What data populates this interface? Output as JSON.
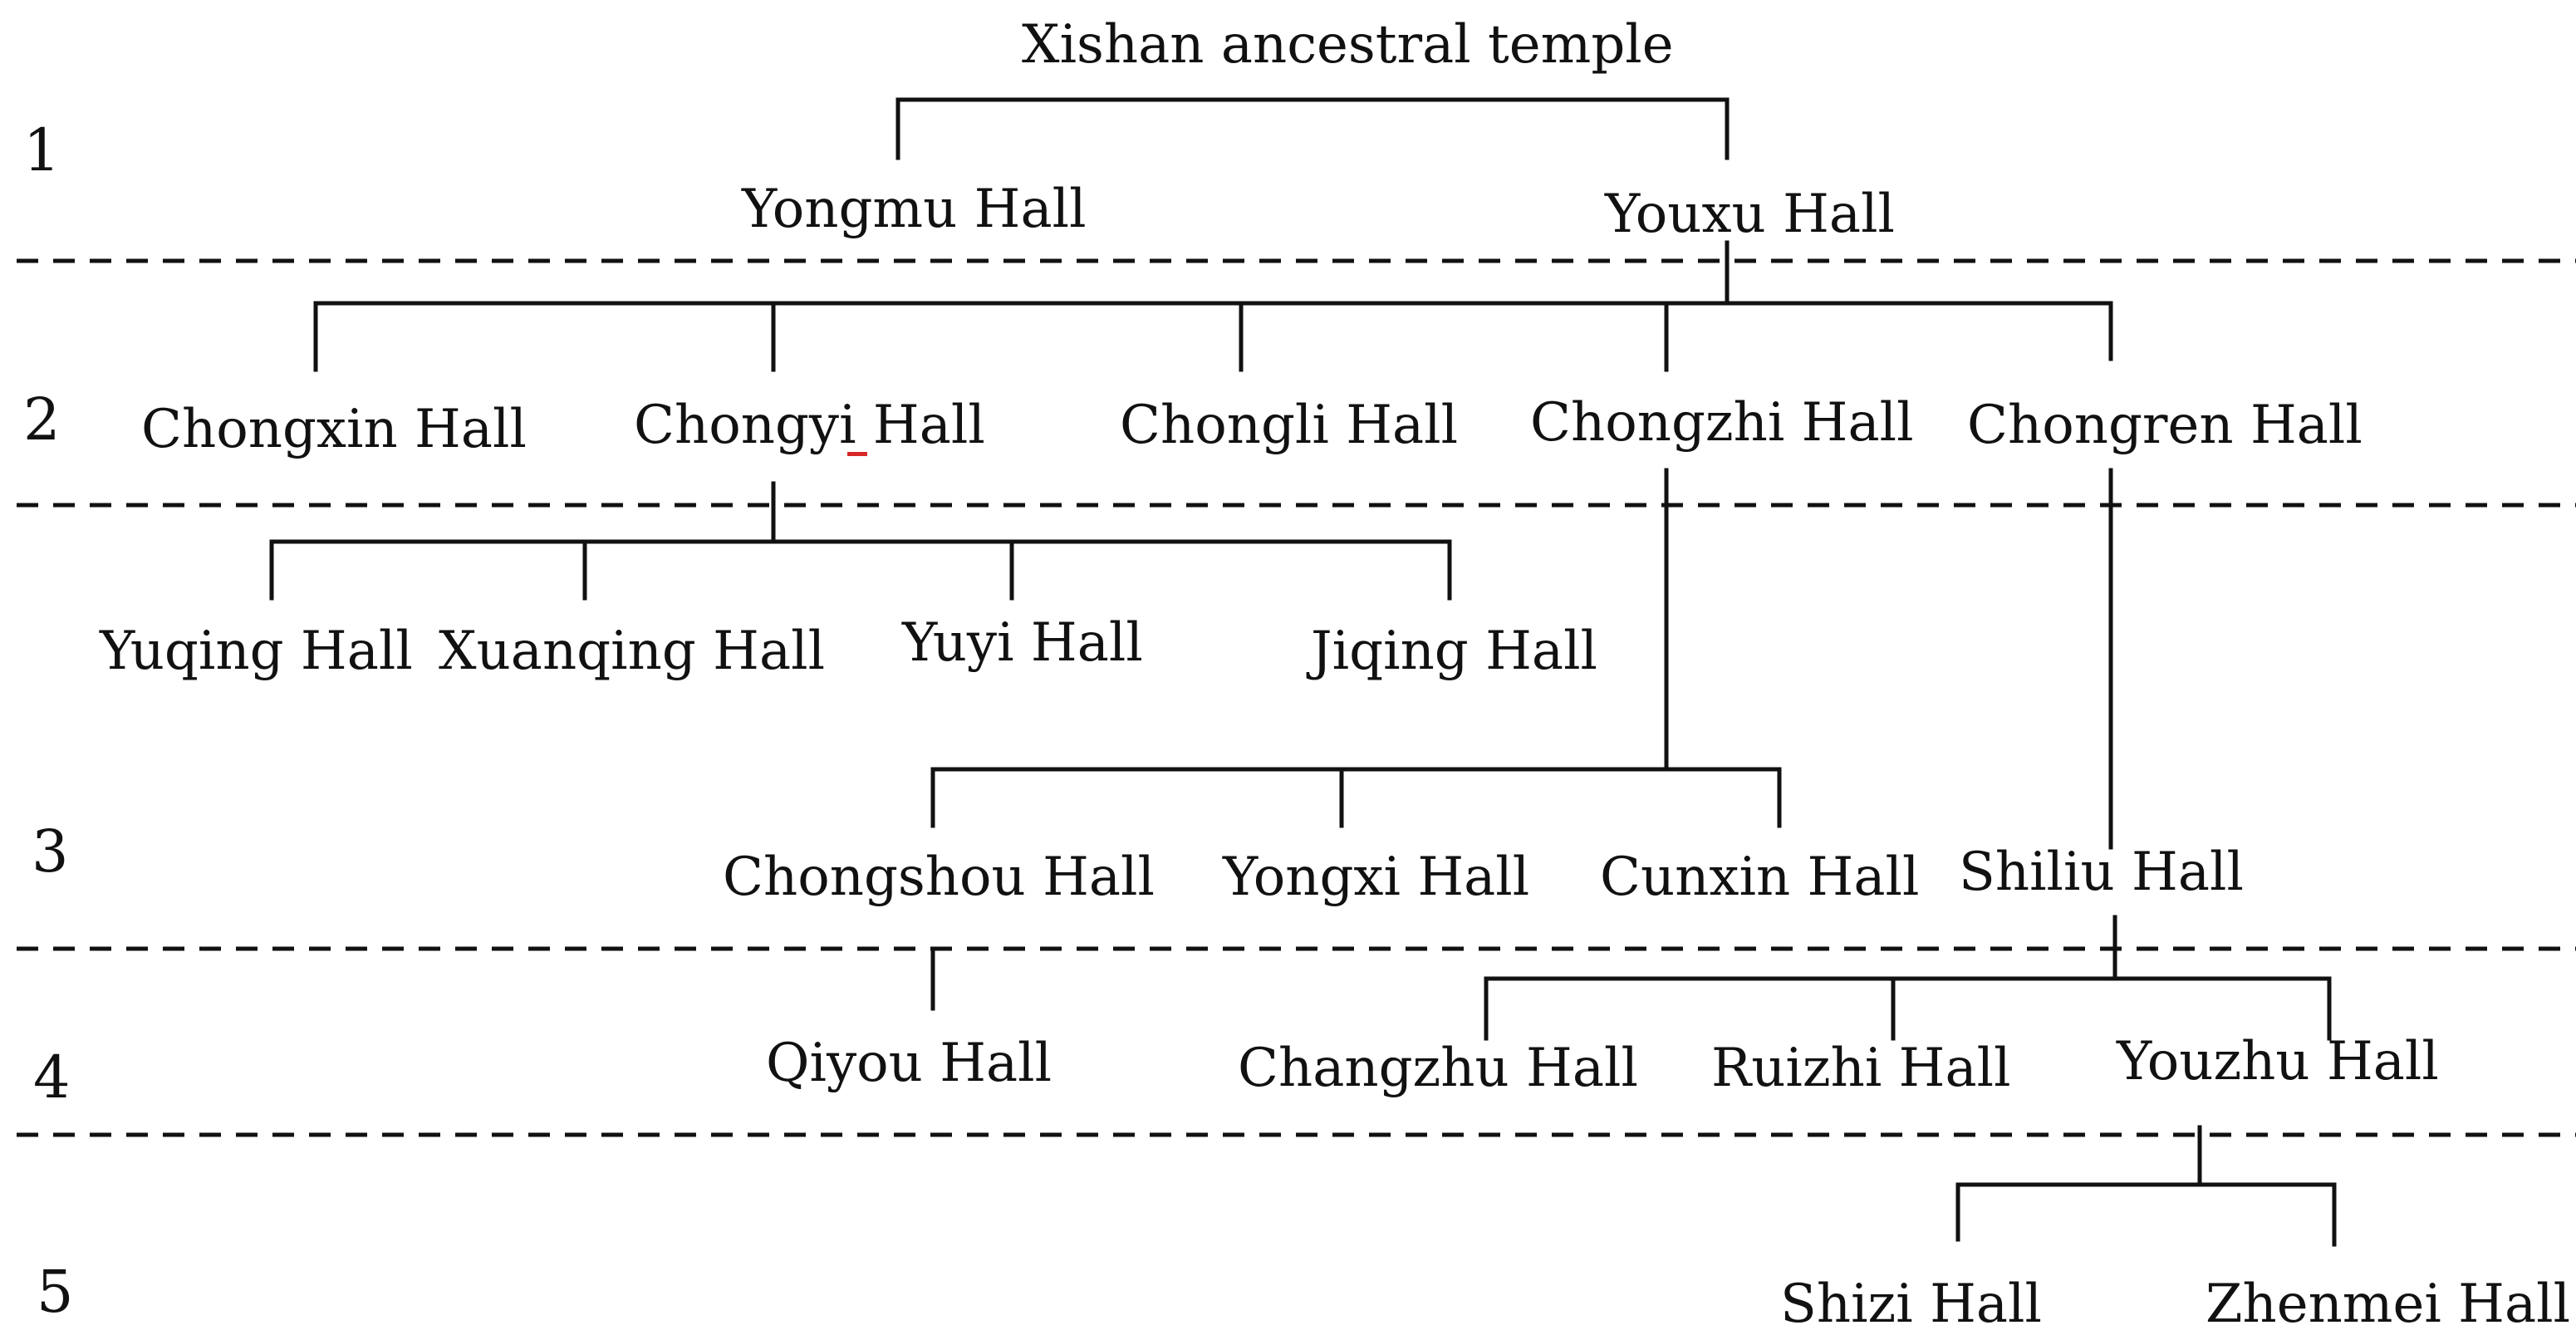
{
  "title": "Xishan ancestral temple",
  "generations": [
    "1",
    "2",
    "3",
    "4",
    "5"
  ],
  "halls": {
    "yongmu": "Yongmu Hall",
    "youxu": "Youxu Hall",
    "chongxin": "Chongxin Hall",
    "chongyi": "Chongyi Hall",
    "chongli": "Chongli Hall",
    "chongzhi": "Chongzhi Hall",
    "chongren": "Chongren Hall",
    "yuqing": "Yuqing Hall",
    "xuanqing": "Xuanqing Hall",
    "yuyi": "Yuyi Hall",
    "jiqing": "Jiqing Hall",
    "chongshou": "Chongshou Hall",
    "yongxi": "Yongxi Hall",
    "cunxin": "Cunxin Hall",
    "shiliu": "Shiliu Hall",
    "qiyou": "Qiyou Hall",
    "changzhu": "Changzhu Hall",
    "ruizhi": "Ruizhi Hall",
    "youzhu": "Youzhu Hall",
    "shizi": "Shizi Hall",
    "zhenmei": "Zhenmei Hall"
  },
  "colors": {
    "line": "#111111",
    "spellcheck": "#d62828"
  }
}
